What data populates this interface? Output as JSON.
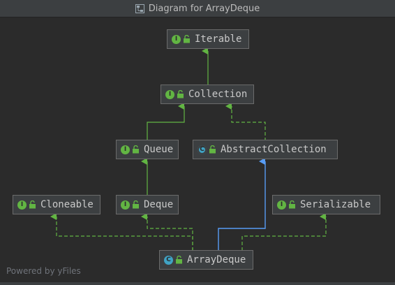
{
  "window": {
    "title": "Diagram for ArrayDeque"
  },
  "nodes": {
    "iterable": {
      "label": "Iterable",
      "kind": "interface",
      "kind_letter": "I"
    },
    "collection": {
      "label": "Collection",
      "kind": "interface",
      "kind_letter": "I"
    },
    "queue": {
      "label": "Queue",
      "kind": "interface",
      "kind_letter": "I"
    },
    "abstract_collection": {
      "label": "AbstractCollection",
      "kind": "abstract-class",
      "kind_letter": "C"
    },
    "cloneable": {
      "label": "Cloneable",
      "kind": "interface",
      "kind_letter": "I"
    },
    "deque": {
      "label": "Deque",
      "kind": "interface",
      "kind_letter": "I"
    },
    "serializable": {
      "label": "Serializable",
      "kind": "interface",
      "kind_letter": "I"
    },
    "array_deque": {
      "label": "ArrayDeque",
      "kind": "class",
      "kind_letter": "C"
    }
  },
  "footer": {
    "text": "Powered by yFiles"
  },
  "colors": {
    "background": "#2b2b2b",
    "node_fill": "#3c3f41",
    "interface_icon": "#62b543",
    "class_icon": "#40a3c4",
    "extends_edge": "#62b543",
    "class_extends_edge": "#589df6"
  }
}
